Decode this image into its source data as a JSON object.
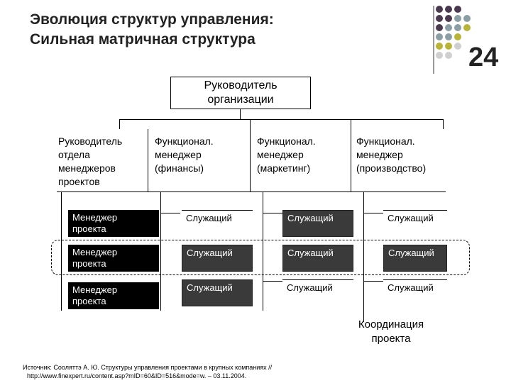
{
  "title_lines": [
    "Эволюция структур управления:",
    "Сильная матричная структура"
  ],
  "slide_number": "24",
  "accent_colors": {
    "dark_purple": "#4b3a4f",
    "gray_blue": "#8a9ea3",
    "olive": "#b8b438",
    "light_gray": "#cfcfcf"
  },
  "head": {
    "line1": "Руководитель",
    "line2": "организации"
  },
  "columns": [
    {
      "lines": [
        "Руководитель",
        "отдела",
        "менеджеров",
        "проектов"
      ]
    },
    {
      "lines": [
        "Функционал.",
        "менеджер",
        "(финансы)"
      ]
    },
    {
      "lines": [
        "Функционал.",
        "менеджер",
        "(маркетинг)"
      ]
    },
    {
      "lines": [
        "Функционал.",
        "менеджер",
        "(производство)"
      ]
    }
  ],
  "managers": [
    {
      "line1": "Менеджер",
      "line2": "проекта"
    },
    {
      "line1": "Менеджер",
      "line2": "проекта"
    },
    {
      "line1": "Менеджер",
      "line2": "проекта"
    }
  ],
  "employee_label": "Служащий",
  "coordination": {
    "line1": "Координация",
    "line2": "проекта"
  },
  "source": {
    "line1": "Источник: Сооляттэ А. Ю. Структуры управления проектами в крупных компаниях //",
    "line2": "http://www.finexpert.ru/content.asp?mID=60&ID=516&mode=w. – 03.11.2004."
  }
}
